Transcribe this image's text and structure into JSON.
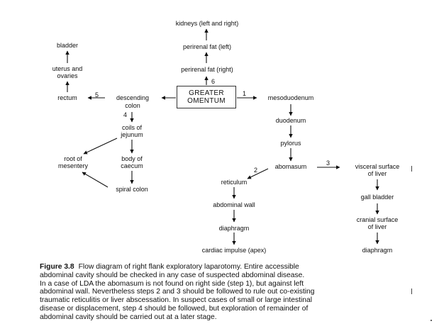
{
  "diagram": {
    "center_box": {
      "line1": "GREATER",
      "line2": "OMENTUM"
    },
    "nodes": {
      "kidneys": "kidneys (left and right)",
      "perirenal_fat_left": "perirenal fat (left)",
      "perirenal_fat_right": "perirenal fat (right)",
      "bladder": "bladder",
      "uterus_ovaries_1": "uterus and",
      "uterus_ovaries_2": "ovaries",
      "rectum": "rectum",
      "descending_colon_1": "descending",
      "descending_colon_2": "colon",
      "coils_jejunum_1": "coils of",
      "coils_jejunum_2": "jejunum",
      "root_mesentery_1": "root of",
      "root_mesentery_2": "mesentery",
      "body_caecum_1": "body of",
      "body_caecum_2": "caecum",
      "spiral_colon": "spiral colon",
      "mesoduodenum": "mesoduodenum",
      "duodenum": "duodenum",
      "pylorus": "pylorus",
      "abomasum": "abomasum",
      "visceral_surface_1": "visceral surface",
      "visceral_surface_2": "of liver",
      "gall_bladder": "gall bladder",
      "cranial_surface_1": "cranial surface",
      "cranial_surface_2": "of liver",
      "diaphragm_right": "diaphragm",
      "reticulum": "reticulum",
      "abdominal_wall": "abdominal wall",
      "diaphragm_left": "diaphragm",
      "cardiac_impulse": "cardiac impulse (apex)"
    },
    "step_numbers": {
      "step1": "1",
      "step2": "2",
      "step3": "3",
      "step4": "4",
      "step5": "5",
      "step6": "6"
    }
  },
  "caption": {
    "label": "Figure 3.8",
    "lines": [
      "Flow diagram of right flank exploratory laparotomy. Entire accessible",
      "abdominal cavity should be checked in any case of suspected abdominal disease.",
      "In a case of LDA the abomasum is not found on right side (step 1), but against left",
      "abdominal wall. Nevertheless steps 2 and 3 should be followed to rule out co-existing",
      "traumatic reticulitis or liver abscessation. In suspect cases of small or large intestinal",
      "disease or displacement, step 4 should be followed, but exploration of remainder of",
      "abdominal cavity should be carried out at a later stage."
    ]
  }
}
